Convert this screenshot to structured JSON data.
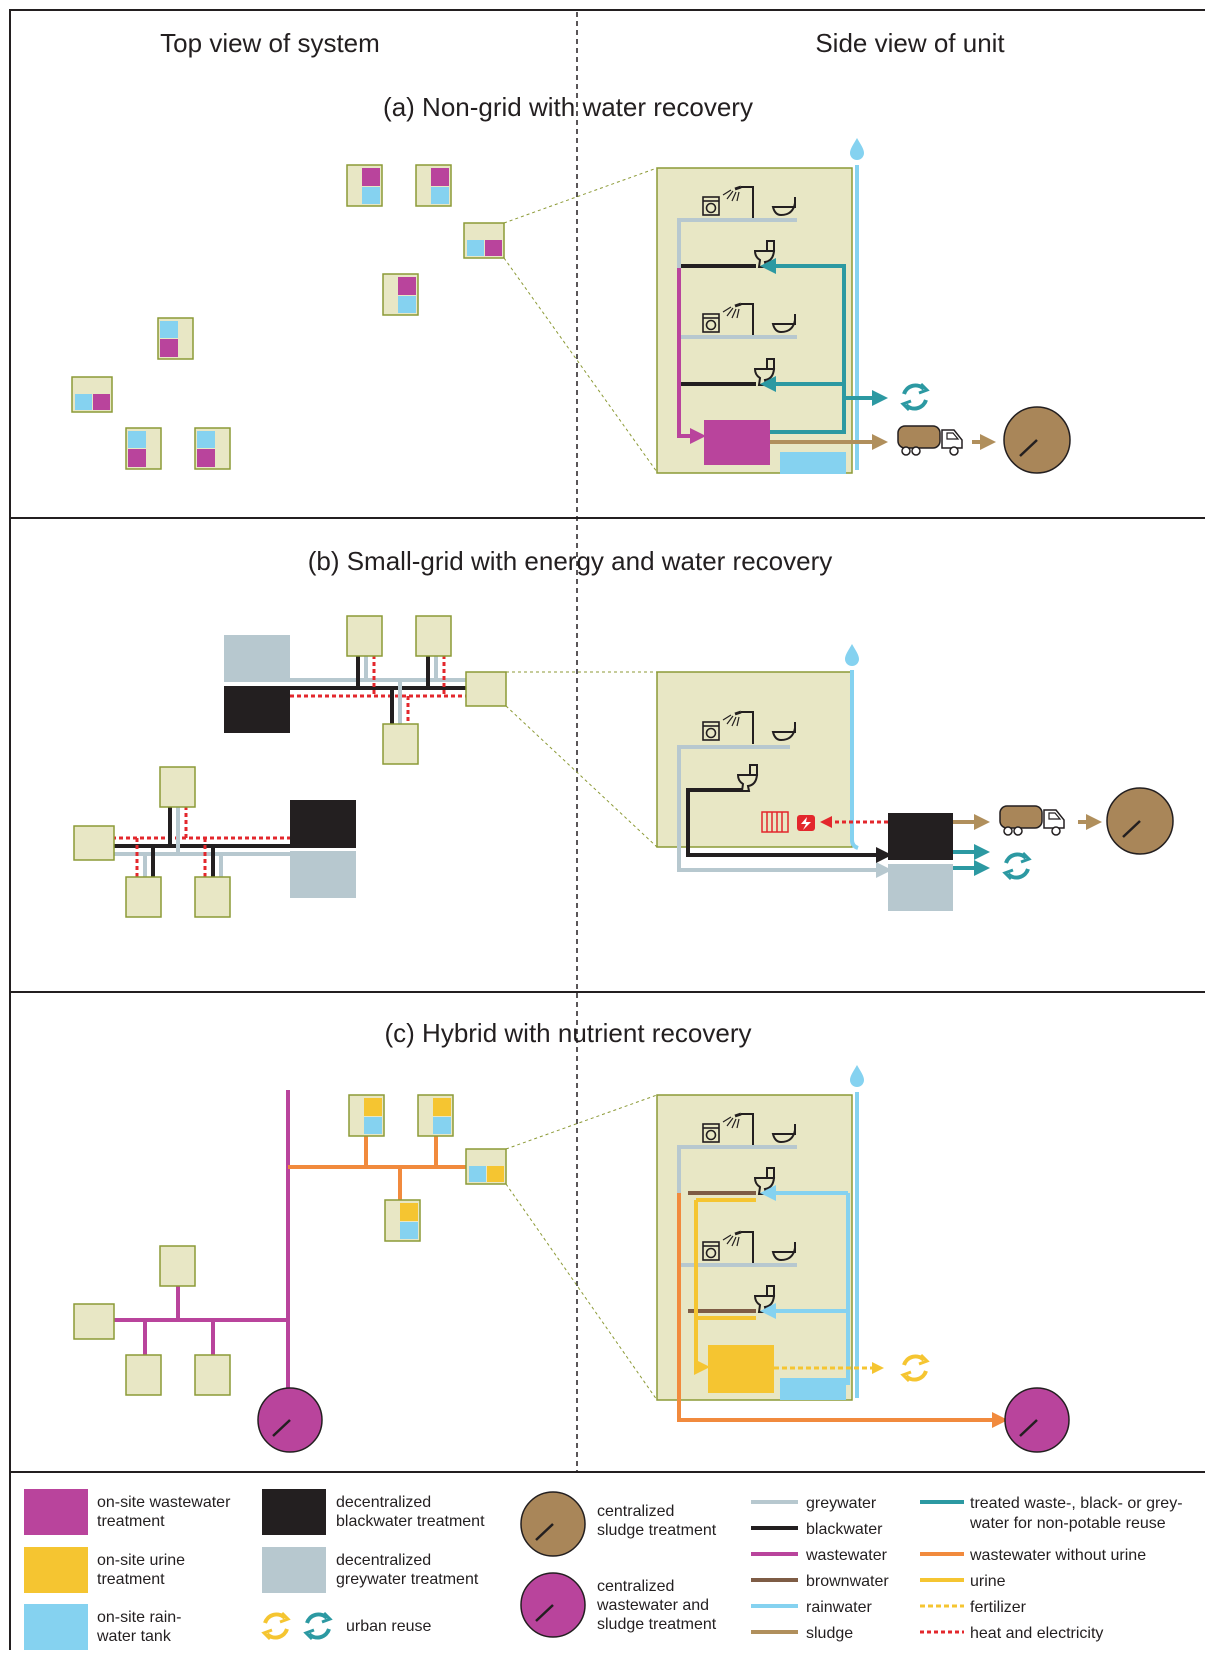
{
  "headers": {
    "left": "Top view of system",
    "right": "Side view of unit"
  },
  "panels": [
    {
      "id": "a",
      "title": "(a) Non-grid with water recovery"
    },
    {
      "id": "b",
      "title": "(b)  Small-grid with energy and water recovery"
    },
    {
      "id": "c",
      "title": "(c) Hybrid with nutrient recovery"
    }
  ],
  "legend": {
    "onsite_ww": [
      "on-site wastewater",
      "treatment"
    ],
    "onsite_urine": [
      "on-site urine",
      "treatment"
    ],
    "onsite_rain": [
      "on-site rain-",
      "water tank"
    ],
    "dec_black": [
      "decentralized",
      "blackwater treatment"
    ],
    "dec_grey": [
      "decentralized",
      "greywater treatment"
    ],
    "urban_reuse": "urban reuse",
    "central_sludge": [
      "centralized",
      "sludge treatment"
    ],
    "central_ww": [
      "centralized",
      "wastewater and",
      "sludge treatment"
    ],
    "lines_mid": [
      "greywater",
      "blackwater",
      "wastewater",
      "brownwater",
      "rainwater",
      "sludge"
    ],
    "lines_right": [
      [
        "treated waste-, black- or grey-",
        "water for non-potable reuse"
      ],
      [
        "wastewater without urine"
      ],
      [
        "urine"
      ],
      [
        "fertilizer"
      ],
      [
        "heat and electricity"
      ]
    ]
  },
  "colors": {
    "house": "#e8e7c5",
    "house_border": "#8c9a36",
    "wastewater": "#b9449c",
    "urine": "#f5c531",
    "rainwater": "#85d2f0",
    "blackwater": "#231f20",
    "greywater": "#b7c8cf",
    "treated": "#2c99a2",
    "orange": "#f18a3d",
    "brown": "#7e5c45",
    "sludge": "#b08f5c",
    "central_sludge": "#a98659",
    "heat": "#e3272c",
    "frame": "#231f20"
  },
  "icons": [
    "water-drop-icon",
    "shower-icon",
    "sink-icon",
    "washing-machine-icon",
    "toilet-icon",
    "truck-icon",
    "recycle-icon",
    "radiator-icon",
    "heat-power-icon"
  ]
}
